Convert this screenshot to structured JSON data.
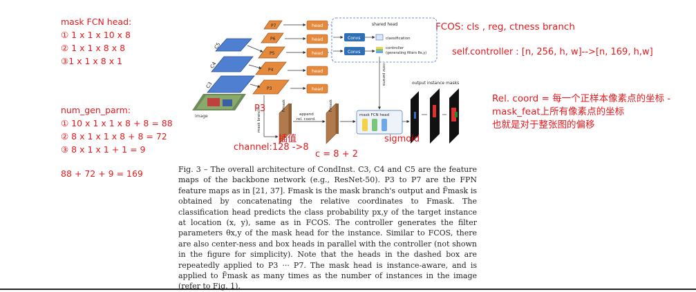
{
  "left_notes": {
    "mask_head_title": "mask FCN head:",
    "mask_head_items": [
      "① 1 x 1 x 10 x 8",
      "② 1 x 1 x 8 x 8",
      "③1 x 1 x 8 x 1"
    ],
    "param_title": "num_gen_parm:",
    "param_items": [
      "① 10 x 1 x 1 x 8 + 8 = 88",
      "② 8 x 1 x 1 x 8 + 8 = 72",
      "③ 8 x 1 x 1 + 1 = 9"
    ],
    "param_total": "88 + 72 + 9  = 169"
  },
  "right_notes": {
    "fcos": "FCOS: cls , reg, ctness branch",
    "controller": "self.controller : [n, 256, h, w]-->[n, 169, h,w]",
    "rel_coord_lines": [
      "Rel. coord = 每一个正样本像素点的坐标 -",
      "mask_feat上所有像素点的坐标",
      "也就是对于整张图的偏移"
    ]
  },
  "figure_annotations": {
    "p3": "P3",
    "interp": "插值",
    "channel": "channel:128 ->8",
    "c_eq": "c = 8 + 2",
    "sigmoid": "sigmoid"
  },
  "figure": {
    "backbone_labels": [
      "C5",
      "C4",
      "C3"
    ],
    "fpn_labels": [
      "P7",
      "P6",
      "P5",
      "P4",
      "P3"
    ],
    "head_label": "head",
    "shared_head": "shared head",
    "convs": "Convs",
    "classification": "classification",
    "controller": "controller",
    "controller_sub": "(generating filters θx,y)",
    "mask_branch": "mask branch",
    "f_mask": "Fmask",
    "append": "append",
    "rel_coord": "rel. coord.",
    "f_mask_tilde": "F̃mask",
    "mask_fcn_head": "mask FCN head",
    "dynamic_conv": "conv params",
    "output_label": "output instance masks",
    "image_label": "image"
  },
  "caption": "Fig. 3 – The overall architecture of CondInst. C3, C4 and C5 are the feature maps of the backbone network (e.g., ResNet-50). P3 to P7 are the FPN feature maps as in [21, 37]. Fmask is the mask branch's output and F̃mask is obtained by concatenating the relative coordinates to Fmask. The classification head predicts the class probability px,y of the target instance at location (x, y), same as in FCOS. The controller generates the filter parameters θx,y of the mask head for the instance. Similar to FCOS, there are also center-ness and box heads in parallel with the controller (not shown in the figure for simplicity). Note that the heads in the dashed box are repeatedly applied to P3 ··· P7. The mask head is instance-aware, and is applied to F̃mask as many times as the number of instances in the image (refer to Fig. 1).",
  "colors": {
    "annotation_red": "#e8171b",
    "backbone_blue": "#4f7fd1",
    "fpn_orange": "#e58a3d",
    "conv_blue": "#2f6fb3",
    "feature_brown": "#b07a4d"
  }
}
